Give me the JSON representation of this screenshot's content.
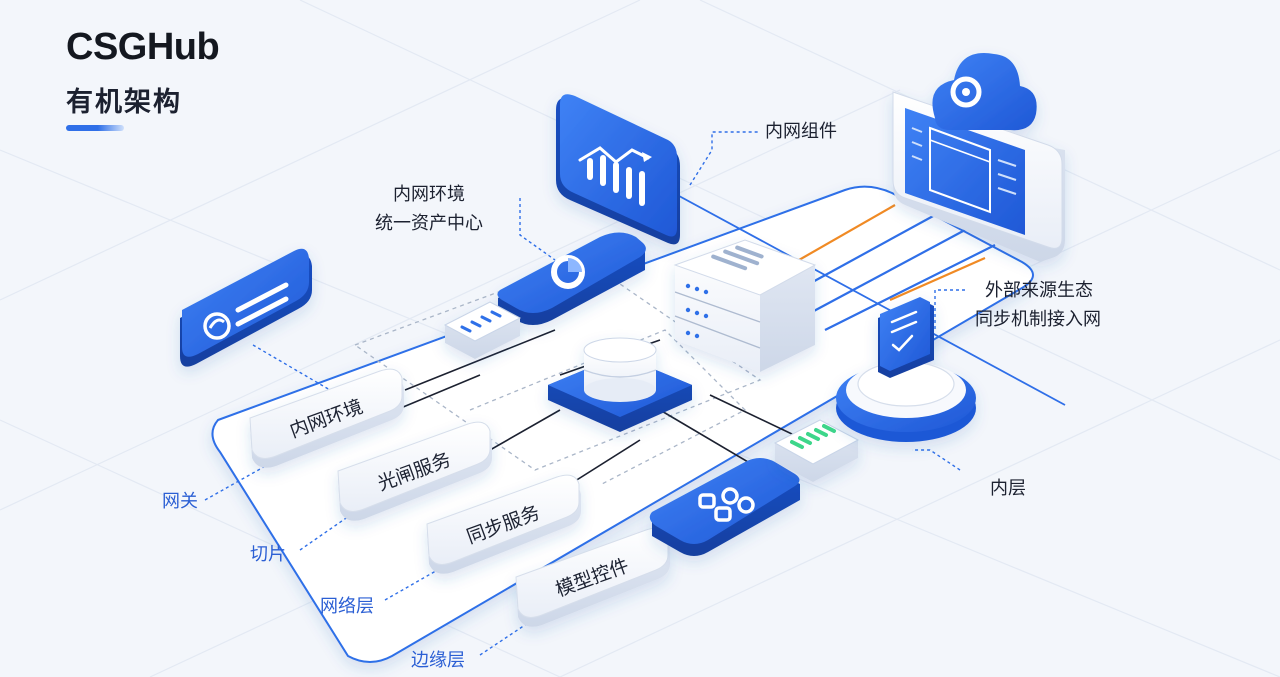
{
  "header": {
    "title": "CSGHub",
    "subtitle": "有机架构"
  },
  "callouts": {
    "intranet_components": "内网组件",
    "intranet_env_line1": "内网环境",
    "intranet_env_line2": "统一资产中心",
    "external_sync_line1": "外部来源生态",
    "external_sync_line2": "同步机制接入网",
    "inner_layer": "内层"
  },
  "layer_labels": {
    "gateway": "网关",
    "slice": "切片",
    "network_layer": "网络层",
    "edge_layer": "边缘层"
  },
  "service_chips": [
    "内网环境",
    "光闸服务",
    "同步服务",
    "模型控件"
  ],
  "icons": {
    "analytics_panel": "bar-chart-trend-icon",
    "pie_card": "pie-chart-icon",
    "gateway_card": "gateway-card-icon",
    "server": "server-rack-icon",
    "database": "database-cylinder-icon",
    "cloud_monitor": "cloud-monitor-icon",
    "document_pedestal": "document-check-icon",
    "modules_card": "modules-grid-icon",
    "progress_module": "status-bar-icon",
    "small_module": "small-module-icon"
  },
  "colors": {
    "accent_blue": "#2f6fe8",
    "dark_blue": "#1d56d2",
    "link_orange": "#f08a24",
    "background": "#f3f6fb",
    "text_dark": "#1c2130",
    "label_blue": "#2b5fd4",
    "green": "#3cd68a"
  }
}
